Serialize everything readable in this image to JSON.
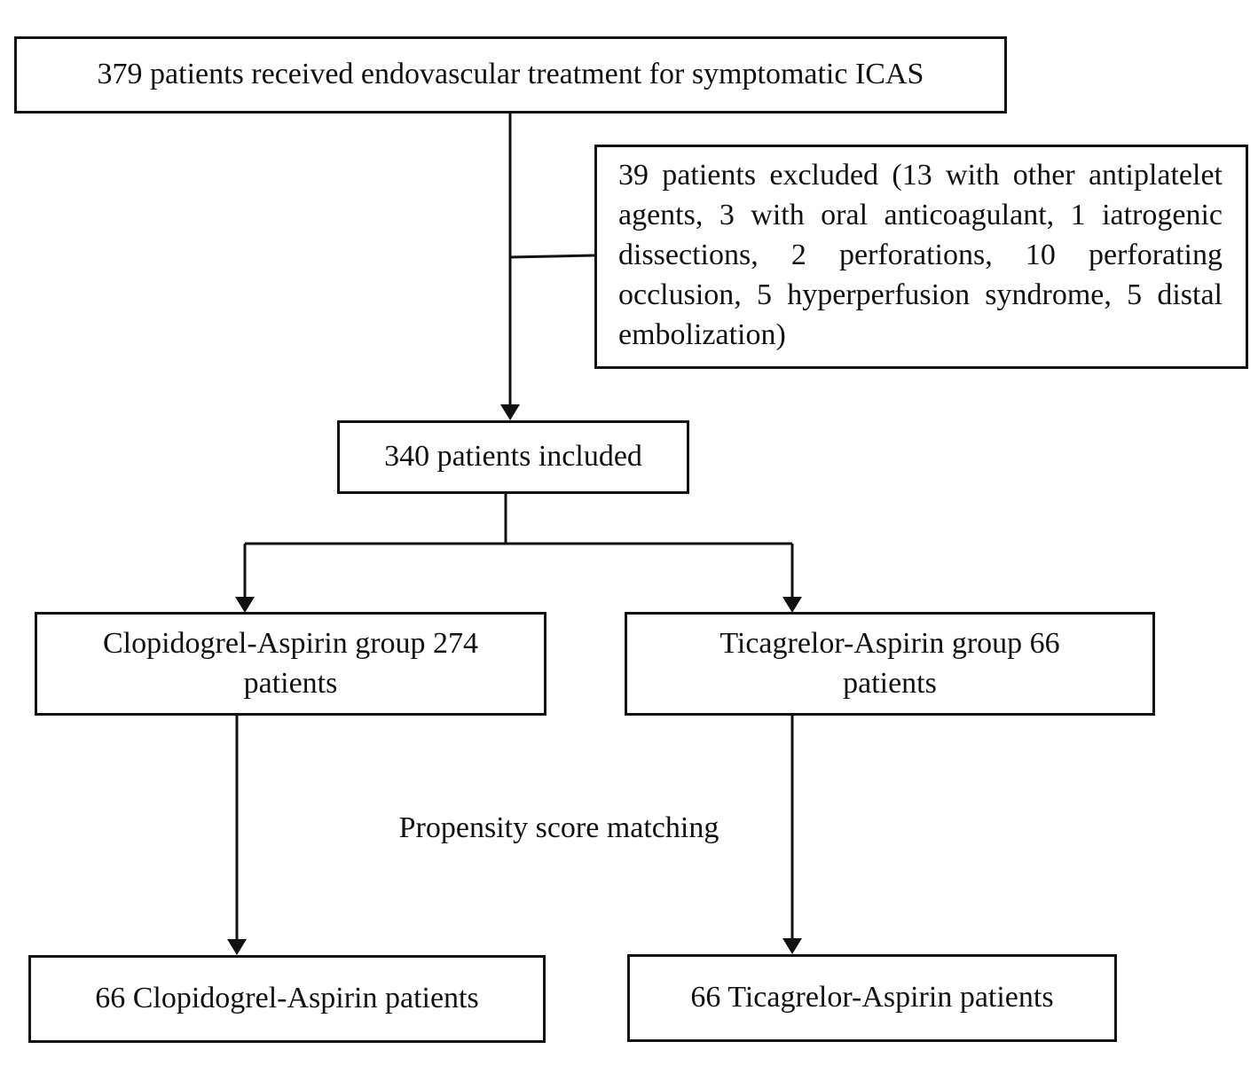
{
  "boxes": {
    "enrolled": "379 patients received endovascular treatment for symptomatic ICAS",
    "excluded": "39 patients excluded (13 with other antiplatelet agents, 3 with oral anticoagulant, 1 iatrogenic dissections, 2 perforations, 10 perforating occlusion, 5 hyperperfusion syndrome, 5 distal embolization)",
    "included": "340 patients included",
    "clopidogrel_group": "Clopidogrel-Aspirin group 274 patients",
    "ticagrelor_group": "Ticagrelor-Aspirin group 66 patients",
    "clopidogrel_matched": "66 Clopidogrel-Aspirin patients",
    "ticagrelor_matched": "66 Ticagrelor-Aspirin patients"
  },
  "labels": {
    "matching": "Propensity score matching"
  }
}
